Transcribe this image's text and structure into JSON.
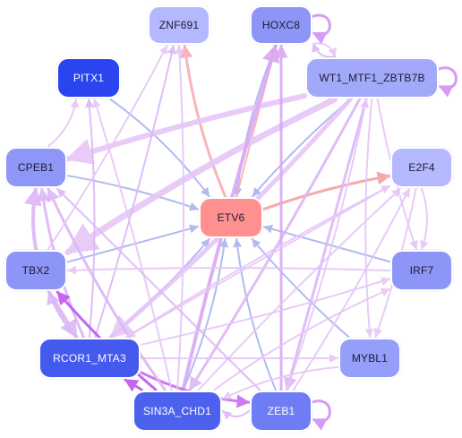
{
  "diagram": {
    "nodes": [
      {
        "id": "ZNF691",
        "label": "ZNF691",
        "fill": "#b4b9ff",
        "text": "#1b1b33"
      },
      {
        "id": "HOXC8",
        "label": "HOXC8",
        "fill": "#8d95f6",
        "text": "#1b1b33"
      },
      {
        "id": "PITX1",
        "label": "PITX1",
        "fill": "#2a44f0",
        "text": "#ffffff"
      },
      {
        "id": "WT1",
        "label": "WT1_MTF1_ZBTB7B",
        "fill": "#a3a9fa",
        "text": "#1b1b33"
      },
      {
        "id": "CPEB1",
        "label": "CPEB1",
        "fill": "#8e97f7",
        "text": "#1b1b33"
      },
      {
        "id": "E2F4",
        "label": "E2F4",
        "fill": "#b4b9ff",
        "text": "#1b1b33"
      },
      {
        "id": "ETV6",
        "label": "ETV6",
        "fill": "#ff9090",
        "text": "#1b1b33"
      },
      {
        "id": "TBX2",
        "label": "TBX2",
        "fill": "#8d95f6",
        "text": "#1b1b33"
      },
      {
        "id": "IRF7",
        "label": "IRF7",
        "fill": "#8d95f6",
        "text": "#1b1b33"
      },
      {
        "id": "RCOR1",
        "label": "RCOR1_MTA3",
        "fill": "#4459ee",
        "text": "#ffffff"
      },
      {
        "id": "MYBL1",
        "label": "MYBL1",
        "fill": "#959ef8",
        "text": "#1b1b33"
      },
      {
        "id": "SIN3A",
        "label": "SIN3A_CHD1",
        "fill": "#4c62ef",
        "text": "#ffffff"
      },
      {
        "id": "ZEB1",
        "label": "ZEB1",
        "fill": "#6f7df4",
        "text": "#ffffff"
      }
    ],
    "edges": [
      {
        "from": "PITX1",
        "to": "ETV6",
        "color": "#a9b4ee",
        "weight": 2
      },
      {
        "from": "CPEB1",
        "to": "ETV6",
        "color": "#a9b4ee",
        "weight": 2
      },
      {
        "from": "TBX2",
        "to": "ETV6",
        "color": "#a9b4ee",
        "weight": 2
      },
      {
        "from": "RCOR1",
        "to": "ETV6",
        "color": "#a9b4ee",
        "weight": 2
      },
      {
        "from": "SIN3A",
        "to": "ETV6",
        "color": "#a9b4ee",
        "weight": 2
      },
      {
        "from": "ZEB1",
        "to": "ETV6",
        "color": "#a9b4ee",
        "weight": 2
      },
      {
        "from": "MYBL1",
        "to": "ETV6",
        "color": "#a9b4ee",
        "weight": 2
      },
      {
        "from": "IRF7",
        "to": "ETV6",
        "color": "#a9b4ee",
        "weight": 2
      },
      {
        "from": "WT1",
        "to": "ETV6",
        "color": "#a9b4ee",
        "weight": 2
      },
      {
        "from": "HOXC8",
        "to": "ETV6",
        "color": "#a9b4ee",
        "weight": 2
      },
      {
        "from": "ETV6",
        "to": "ZNF691",
        "color": "#f7aeb6",
        "weight": 3
      },
      {
        "from": "ETV6",
        "to": "E2F4",
        "color": "#f7a0a4",
        "weight": 3
      },
      {
        "from": "ETV6",
        "to": "HOXC8",
        "color": "#f7aeb6",
        "weight": 2
      },
      {
        "from": "WT1",
        "to": "CPEB1",
        "color": "#e6c6f7",
        "weight": 6
      },
      {
        "from": "WT1",
        "to": "TBX2",
        "color": "#e6c6f7",
        "weight": 7
      },
      {
        "from": "WT1",
        "to": "RCOR1",
        "color": "#e6c6f7",
        "weight": 5
      },
      {
        "from": "WT1",
        "to": "SIN3A",
        "color": "#dcb6f6",
        "weight": 3
      },
      {
        "from": "WT1",
        "to": "ZEB1",
        "color": "#dcb6f6",
        "weight": 3
      },
      {
        "from": "WT1",
        "to": "IRF7",
        "color": "#e6c6f7",
        "weight": 2
      },
      {
        "from": "WT1",
        "to": "MYBL1",
        "color": "#e6c6f7",
        "weight": 2
      },
      {
        "from": "WT1",
        "to": "HOXC8",
        "color": "#dcb6f6",
        "weight": 2
      },
      {
        "from": "SIN3A",
        "to": "HOXC8",
        "color": "#d9a8f3",
        "weight": 4
      },
      {
        "from": "ZEB1",
        "to": "HOXC8",
        "color": "#d9a8f3",
        "weight": 3
      },
      {
        "from": "RCOR1",
        "to": "ZNF691",
        "color": "#dcb6f6",
        "weight": 2
      },
      {
        "from": "RCOR1",
        "to": "PITX1",
        "color": "#dcb6f6",
        "weight": 2
      },
      {
        "from": "RCOR1",
        "to": "CPEB1",
        "color": "#dcb6f6",
        "weight": 3
      },
      {
        "from": "RCOR1",
        "to": "TBX2",
        "color": "#dcb6f6",
        "weight": 3
      },
      {
        "from": "RCOR1",
        "to": "MYBL1",
        "color": "#e6c6f7",
        "weight": 2
      },
      {
        "from": "RCOR1",
        "to": "IRF7",
        "color": "#e6c6f7",
        "weight": 2
      },
      {
        "from": "RCOR1",
        "to": "ZEB1",
        "color": "#c86cf0",
        "weight": 3
      },
      {
        "from": "SIN3A",
        "to": "CPEB1",
        "color": "#dcb6f6",
        "weight": 3
      },
      {
        "from": "SIN3A",
        "to": "TBX2",
        "color": "#c056ee",
        "weight": 3
      },
      {
        "from": "SIN3A",
        "to": "RCOR1",
        "color": "#c056ee",
        "weight": 3
      },
      {
        "from": "SIN3A",
        "to": "PITX1",
        "color": "#e6c6f7",
        "weight": 2
      },
      {
        "from": "SIN3A",
        "to": "ZNF691",
        "color": "#e6c6f7",
        "weight": 2
      },
      {
        "from": "SIN3A",
        "to": "IRF7",
        "color": "#e6c6f7",
        "weight": 2
      },
      {
        "from": "SIN3A",
        "to": "E2F4",
        "color": "#e6c6f7",
        "weight": 2
      },
      {
        "from": "ZEB1",
        "to": "CPEB1",
        "color": "#dcb6f6",
        "weight": 2
      },
      {
        "from": "ZEB1",
        "to": "E2F4",
        "color": "#e6c6f7",
        "weight": 2
      },
      {
        "from": "ZEB1",
        "to": "WT1",
        "color": "#e6c6f7",
        "weight": 2
      },
      {
        "from": "ZEB1",
        "to": "SIN3A",
        "color": "#dcb6f6",
        "weight": 2
      },
      {
        "from": "TBX2",
        "to": "CPEB1",
        "color": "#dcb6f6",
        "weight": 4
      },
      {
        "from": "TBX2",
        "to": "RCOR1",
        "color": "#dcb6f6",
        "weight": 4
      },
      {
        "from": "TBX2",
        "to": "ZNF691",
        "color": "#e6c6f7",
        "weight": 2
      },
      {
        "from": "CPEB1",
        "to": "PITX1",
        "color": "#e6c6f7",
        "weight": 2
      },
      {
        "from": "E2F4",
        "to": "IRF7",
        "color": "#e6c6f7",
        "weight": 2
      },
      {
        "from": "E2F4",
        "to": "MYBL1",
        "color": "#e6c6f7",
        "weight": 2
      },
      {
        "from": "E2F4",
        "to": "RCOR1",
        "color": "#e6c6f7",
        "weight": 2
      },
      {
        "from": "IRF7",
        "to": "TBX2",
        "color": "#e6c6f7",
        "weight": 2
      },
      {
        "from": "MYBL1",
        "to": "SIN3A",
        "color": "#e6c6f7",
        "weight": 2
      },
      {
        "from": "HOXC8",
        "to": "WT1",
        "color": "#e6c6f7",
        "weight": 2
      },
      {
        "from": "RCOR1",
        "to": "E2F4",
        "color": "#e6c6f7",
        "weight": 2
      }
    ],
    "self_loops": [
      "HOXC8",
      "WT1",
      "ZEB1"
    ]
  }
}
